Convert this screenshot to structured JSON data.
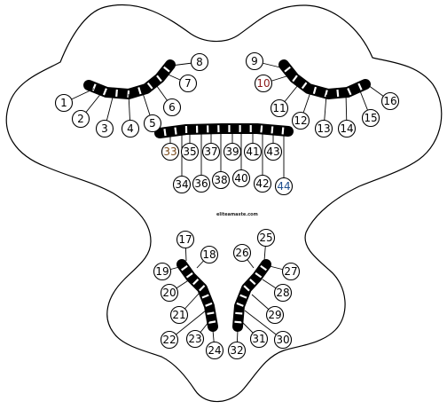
{
  "diagram": {
    "outline": "head-outline",
    "watermark": "eliteamaste.com",
    "arches": [
      {
        "name": "upper-left-arch",
        "labels": [
          "1",
          "2",
          "3",
          "4",
          "5",
          "6",
          "7",
          "8"
        ]
      },
      {
        "name": "upper-right-arch",
        "labels": [
          "9",
          "10",
          "11",
          "12",
          "13",
          "14",
          "15",
          "16"
        ]
      },
      {
        "name": "center-bar",
        "labels": [
          "33",
          "34",
          "35",
          "36",
          "37",
          "38",
          "39",
          "40",
          "41",
          "42",
          "43",
          "44"
        ]
      },
      {
        "name": "lower-left-arch",
        "labels": [
          "17",
          "18",
          "19",
          "20",
          "21",
          "22",
          "23",
          "24"
        ]
      },
      {
        "name": "lower-right-arch",
        "labels": [
          "25",
          "26",
          "27",
          "28",
          "29",
          "30",
          "31",
          "32"
        ]
      }
    ],
    "colors": {
      "ink": "#000000",
      "label-10": "#8b1a1a",
      "label-33": "#7a4a1a",
      "label-44": "#1f4f8f"
    }
  }
}
